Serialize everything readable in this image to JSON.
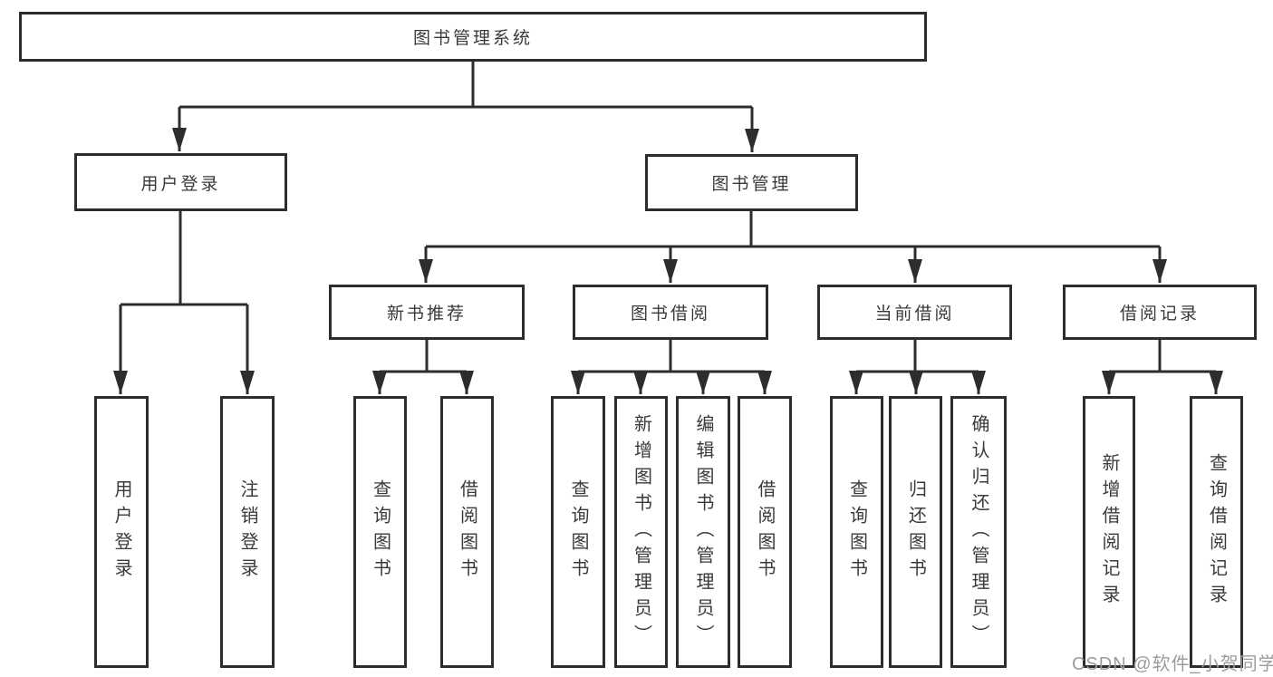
{
  "diagram": {
    "root": {
      "label": "图书管理系统"
    },
    "login_branch": {
      "label": "用户登录",
      "leaves": [
        "用户登录",
        "注销登录"
      ]
    },
    "management_branch": {
      "label": "图书管理",
      "sections": [
        {
          "label": "新书推荐",
          "leaves": [
            "查询图书",
            "借阅图书"
          ]
        },
        {
          "label": "图书借阅",
          "leaves": [
            "查询图书",
            "新增图书（管理员）",
            "编辑图书（管理员）",
            "借阅图书"
          ]
        },
        {
          "label": "当前借阅",
          "leaves": [
            "查询图书",
            "归还图书",
            "确认归还（管理员）"
          ]
        },
        {
          "label": "借阅记录",
          "leaves": [
            "新增借阅记录",
            "查询借阅记录"
          ]
        }
      ]
    },
    "watermark": "CSDN @软件_小贺同学",
    "colors": {
      "line": "#2d2d2d",
      "text": "#3a3a3a",
      "watermark": "#9c9c9c",
      "background": "#ffffff"
    }
  }
}
